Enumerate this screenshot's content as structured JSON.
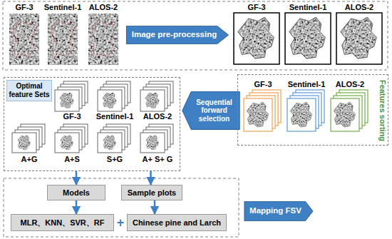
{
  "diagram": {
    "nodes": [
      {
        "text": [
          "GF-3"
        ]
      },
      {
        "text": [
          "Sentinel-1"
        ]
      },
      {
        "text": [
          "ALOS-2"
        ]
      },
      {
        "text": [
          "Image pre-processing"
        ]
      },
      {
        "text": [
          "GF-3"
        ]
      },
      {
        "text": [
          "Sentinel-1"
        ]
      },
      {
        "text": [
          "ALOS-2"
        ]
      },
      {
        "text": [
          "Optimal feature Sets"
        ]
      },
      {
        "text": [
          "GF-3"
        ],
        "in": 7
      },
      {
        "text": [
          "Sentinel-1"
        ],
        "in": 7
      },
      {
        "text": [
          "ALOS-2"
        ],
        "in": 7
      },
      {
        "text": [
          "A+G"
        ],
        "in": 7
      },
      {
        "text": [
          "A+S"
        ],
        "in": 7
      },
      {
        "text": [
          "S+G"
        ],
        "in": 7
      },
      {
        "text": [
          "A+ S+ G"
        ],
        "in": 7
      },
      {
        "text": [
          "Sequential forward selection"
        ]
      },
      {
        "text": [
          "Features sorting"
        ]
      },
      {
        "text": [
          "GF-3"
        ],
        "in": 16
      },
      {
        "text": [
          "Sentinel-1"
        ],
        "in": 16
      },
      {
        "text": [
          "ALOS-2"
        ],
        "in": 16
      },
      {
        "text": [
          "Models"
        ]
      },
      {
        "text": [
          "Sample plots"
        ]
      },
      {
        "text": [
          "MLR、KNN、SVR、RF"
        ]
      },
      {
        "text": [
          "Chinese pine and Larch"
        ]
      },
      {
        "text": [
          "Mapping FSV"
        ]
      }
    ],
    "edges": [
      {
        "from": 7,
        "to": 20,
        "arrow": "to"
      },
      {
        "from": 7,
        "to": 21,
        "arrow": "to"
      },
      {
        "from": 20,
        "to": 22,
        "arrow": "to"
      },
      {
        "from": 21,
        "to": 23,
        "arrow": "to"
      }
    ],
    "labels": [
      "+"
    ]
  }
}
